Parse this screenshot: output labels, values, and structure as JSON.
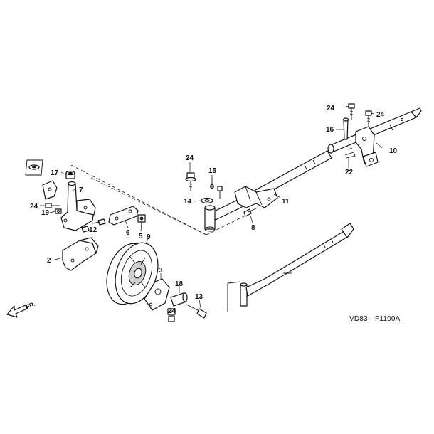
{
  "labels": {
    "p2": "2",
    "p3": "3",
    "p5": "5",
    "p6": "6",
    "p7": "7",
    "p8": "8",
    "p9": "9",
    "p10": "10",
    "p11": "11",
    "p12": "12",
    "p13": "13",
    "p14": "14",
    "p15": "15",
    "p16": "16",
    "p17": "17",
    "p18": "18",
    "p19": "19",
    "p22": "22",
    "p24a": "24",
    "p24b": "24",
    "p24c": "24",
    "p24d": "24",
    "p24e": "24"
  },
  "direction_label": "FR.",
  "diagram_code": "VD83—F1100A"
}
